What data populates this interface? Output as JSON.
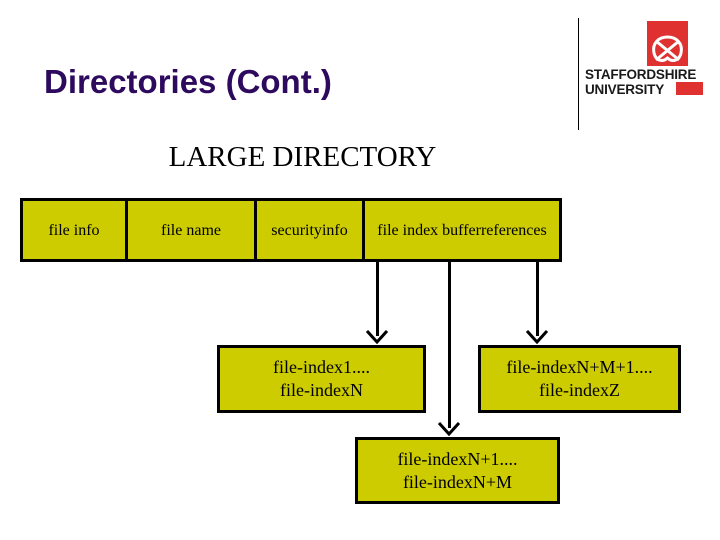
{
  "slide": {
    "title": "Directories (Cont.)",
    "section_title": "LARGE DIRECTORY",
    "title_color": "#2D0A5E",
    "box_fill_color": "#CCCC00",
    "box_border_color": "#000000",
    "logo_color": "#E03131"
  },
  "logo": {
    "line1": "STAFFORDSHIRE",
    "line2": "UNIVERSITY"
  },
  "record_table": {
    "cells": [
      {
        "label": "file info"
      },
      {
        "label": "file name"
      },
      {
        "label": "security\ninfo"
      },
      {
        "label": "file index buffer\nreferences"
      }
    ]
  },
  "index_buffers": [
    {
      "id": "first",
      "line1": "file-index1....",
      "line2": "file-indexN"
    },
    {
      "id": "last",
      "line1": "file-indexN+M+1....",
      "line2": "file-indexZ"
    },
    {
      "id": "middle",
      "line1": "file-indexN+1....",
      "line2": "file-indexN+M"
    }
  ]
}
